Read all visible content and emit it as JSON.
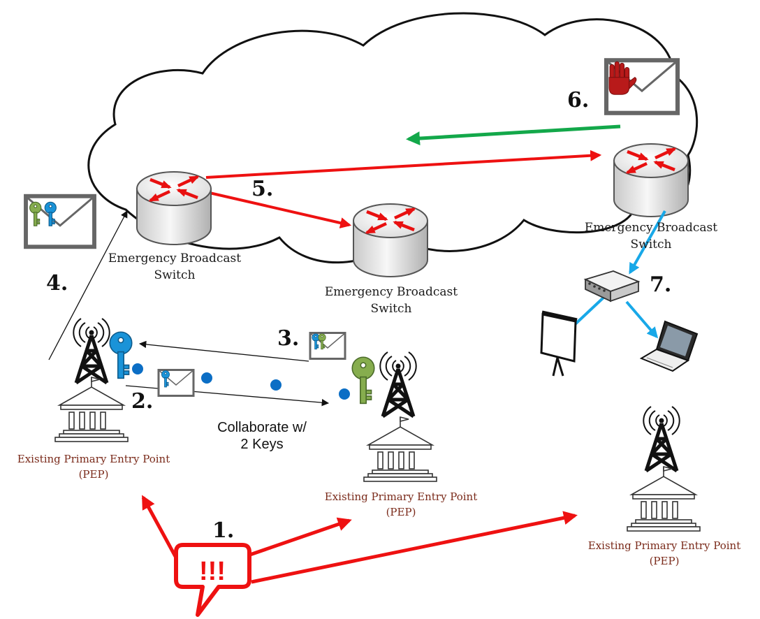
{
  "switches": [
    {
      "id": "sw1",
      "label_line1": "Emergency Broadcast",
      "label_line2": "Switch"
    },
    {
      "id": "sw2",
      "label_line1": "Emergency Broadcast",
      "label_line2": "Switch"
    },
    {
      "id": "sw3",
      "label_line1": "Emergency Broadcast",
      "label_line2": "Switch"
    }
  ],
  "peps": [
    {
      "id": "pep1",
      "label_line1": "Existing Primary Entry Point",
      "label_line2": "(PEP)"
    },
    {
      "id": "pep2",
      "label_line1": "Existing Primary Entry Point",
      "label_line2": "(PEP)"
    },
    {
      "id": "pep3",
      "label_line1": "Existing Primary Entry Point",
      "label_line2": "(PEP)"
    }
  ],
  "steps": [
    "1.",
    "2.",
    "3.",
    "4.",
    "5.",
    "6.",
    "7."
  ],
  "collaborate": {
    "line1": "Collaborate w/",
    "line2": "2 Keys"
  },
  "alert_text": "!!!",
  "colors": {
    "alert_red": "#ee1111",
    "router_arrow_red": "#e81010",
    "blue_key": "#1a93d8",
    "green_key": "#86ad4e",
    "dot_blue": "#0b6ec5",
    "cyan_arrow": "#18a8e8",
    "return_green": "#13a84a",
    "envelope_gray": "#666666",
    "stop_hand": "#b81a1a",
    "pep_label": "#7a2a1a"
  },
  "icons": [
    "router-icon",
    "envelope-icon",
    "key-icon",
    "tower-icon",
    "building-icon",
    "network-switch-icon",
    "projector-screen-icon",
    "laptop-icon",
    "alert-bubble-icon",
    "stop-hand-icon"
  ]
}
